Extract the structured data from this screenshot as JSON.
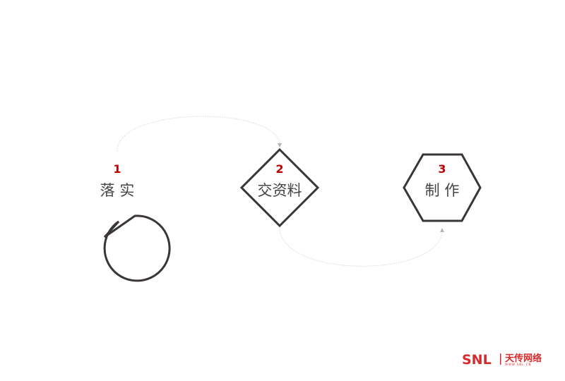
{
  "steps": [
    {
      "number": "1",
      "label": "落 实"
    },
    {
      "number": "2",
      "label": "交资料"
    },
    {
      "number": "3",
      "label": "制 作"
    }
  ],
  "brand": {
    "logo_text": "SNL",
    "name": "天传网络",
    "url": "WWW.SNL.CN",
    "color": "#d62b2b"
  },
  "colors": {
    "shape_stroke": "#3a3536",
    "number": "#c00000",
    "label": "#444444",
    "connector": "#d8d8d8"
  }
}
